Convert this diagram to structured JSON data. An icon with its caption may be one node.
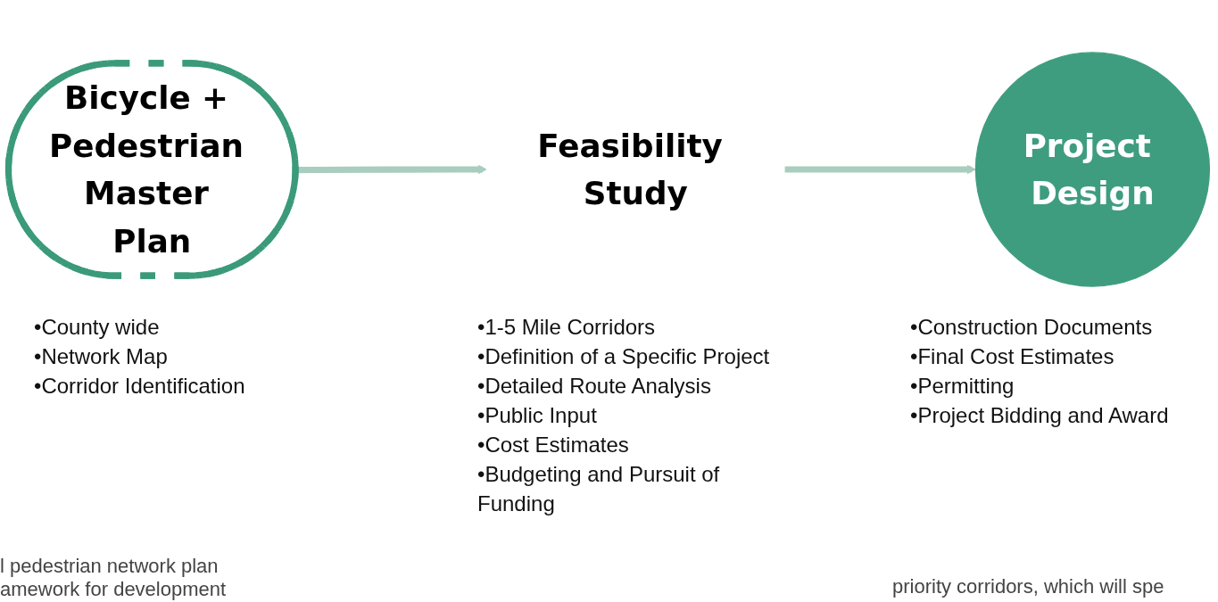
{
  "diagram": {
    "nodes": [
      {
        "text": [
          "Bicycle + Pedestrian Master Plan"
        ],
        "beside": [
          "•County wide",
          "•Network Map",
          "•Corridor Identification"
        ]
      },
      {
        "text": [
          "Feasibility Study"
        ],
        "beside": [
          "•1-5 Mile Corridors",
          "•Definition of a Specific Project",
          "•Detailed Route Analysis",
          "•Public Input",
          "•Cost Estimates",
          "•Budgeting and Pursuit of Funding"
        ]
      },
      {
        "text": [
          "Project Design"
        ],
        "beside": [
          "•Construction Documents",
          "•Final Cost Estimates",
          "•Permitting",
          "•Project Bidding and Award"
        ]
      }
    ],
    "edges": [
      {
        "from": 0,
        "to": 1,
        "arrow": "to"
      },
      {
        "from": 1,
        "to": 2,
        "arrow": "to"
      }
    ],
    "labels": [
      "l pedestrian network plan",
      "amework for development",
      "priority corridors, which will spe"
    ]
  }
}
